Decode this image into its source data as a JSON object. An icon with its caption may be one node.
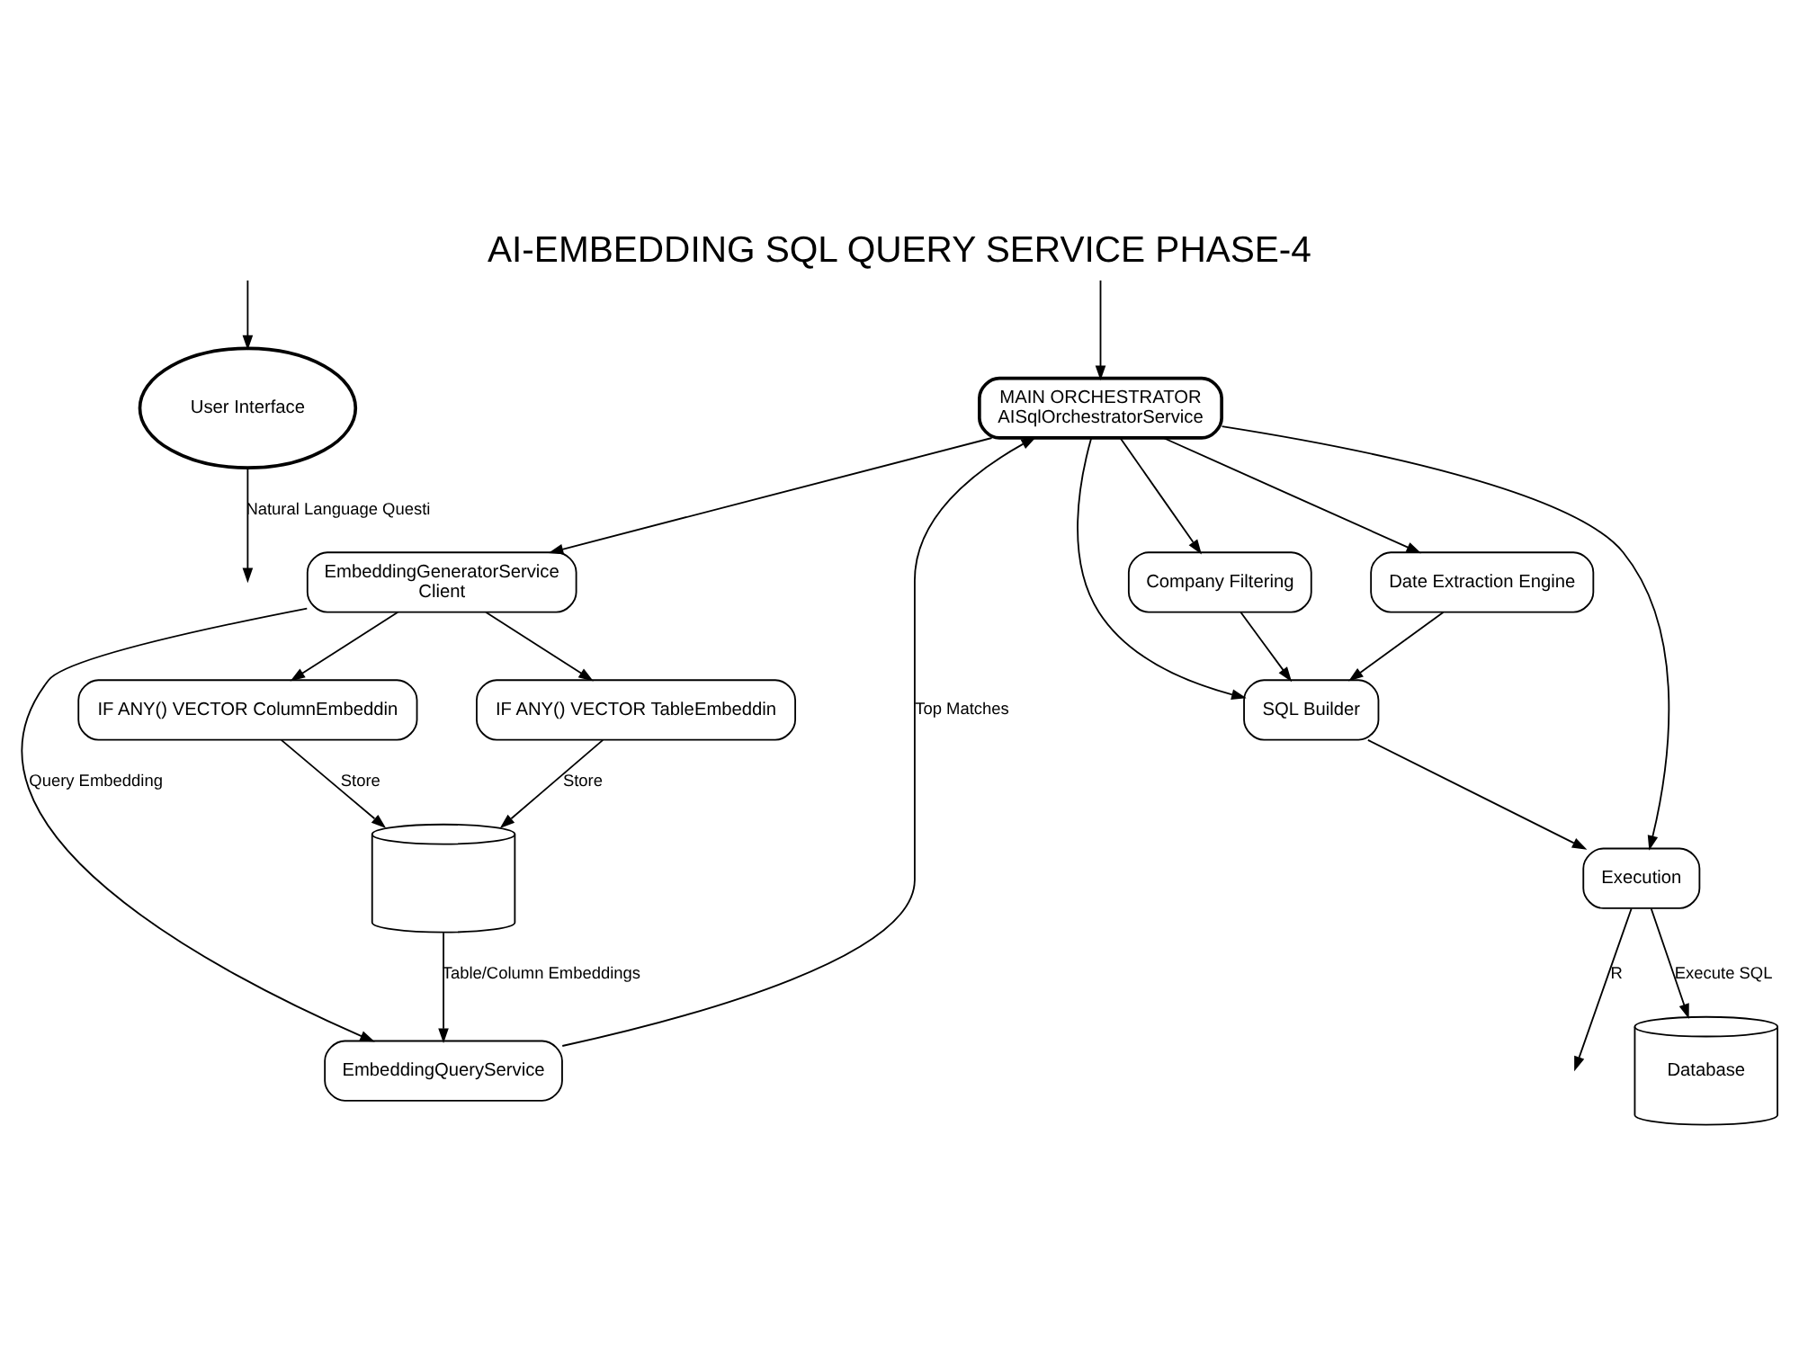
{
  "diagram": {
    "title": "AI-EMBEDDING SQL QUERY SERVICE PHASE-4",
    "nodes": [
      {
        "text": [
          "User Interface"
        ]
      },
      {
        "text": [
          "MAIN ORCHESTRATOR",
          "AISqlOrchestratorService"
        ]
      },
      {
        "text": [
          "EmbeddingGeneratorService",
          "Client"
        ]
      },
      {
        "text": [
          "Company Filtering"
        ]
      },
      {
        "text": [
          "IF ANY() VECTOR ColumnEmbeddin"
        ]
      },
      {
        "text": [
          "Date Extraction Engine"
        ]
      },
      {
        "text": [
          "IF ANY() VECTOR TableEmbeddin"
        ]
      },
      {
        "text": [
          "SQL Builder"
        ]
      },
      {
        "text": [],
        "shape": "cylinder"
      },
      {
        "text": [
          "Execution"
        ]
      },
      {
        "text": [
          "Database"
        ]
      },
      {
        "text": [
          "EmbeddingQueryService"
        ]
      }
    ],
    "edges": [
      {
        "from": 0,
        "to": null,
        "arrow": "to",
        "label": "Natural Language Questi"
      },
      {
        "from": null,
        "to": 0,
        "arrow": "to"
      },
      {
        "from": null,
        "to": 1,
        "arrow": "to"
      },
      {
        "from": 1,
        "to": 2,
        "arrow": "to"
      },
      {
        "from": 1,
        "to": 3,
        "arrow": "to"
      },
      {
        "from": 1,
        "to": 5,
        "arrow": "to"
      },
      {
        "from": 1,
        "to": 7,
        "arrow": "to"
      },
      {
        "from": 1,
        "to": 9,
        "arrow": "to"
      },
      {
        "from": 2,
        "to": 4,
        "arrow": "to"
      },
      {
        "from": 2,
        "to": 6,
        "arrow": "to"
      },
      {
        "from": 6,
        "to": 8,
        "arrow": "to",
        "label": "Store"
      },
      {
        "from": 4,
        "to": 8,
        "arrow": "to",
        "label": "Store"
      },
      {
        "from": 8,
        "to": 11,
        "arrow": "to",
        "label": "Table/Column Embeddings"
      },
      {
        "from": 2,
        "to": 11,
        "arrow": "to",
        "label": "Query Embedding"
      },
      {
        "from": 11,
        "to": 1,
        "arrow": "to",
        "label": "Top Matches"
      },
      {
        "from": 5,
        "to": 7,
        "arrow": "to"
      },
      {
        "from": 3,
        "to": 7,
        "arrow": "to"
      },
      {
        "from": 7,
        "to": 9,
        "arrow": "to"
      },
      {
        "from": 9,
        "to": null,
        "arrow": "to",
        "label": "R"
      },
      {
        "from": 9,
        "to": 10,
        "arrow": "to",
        "label": "Execute SQL"
      }
    ]
  }
}
